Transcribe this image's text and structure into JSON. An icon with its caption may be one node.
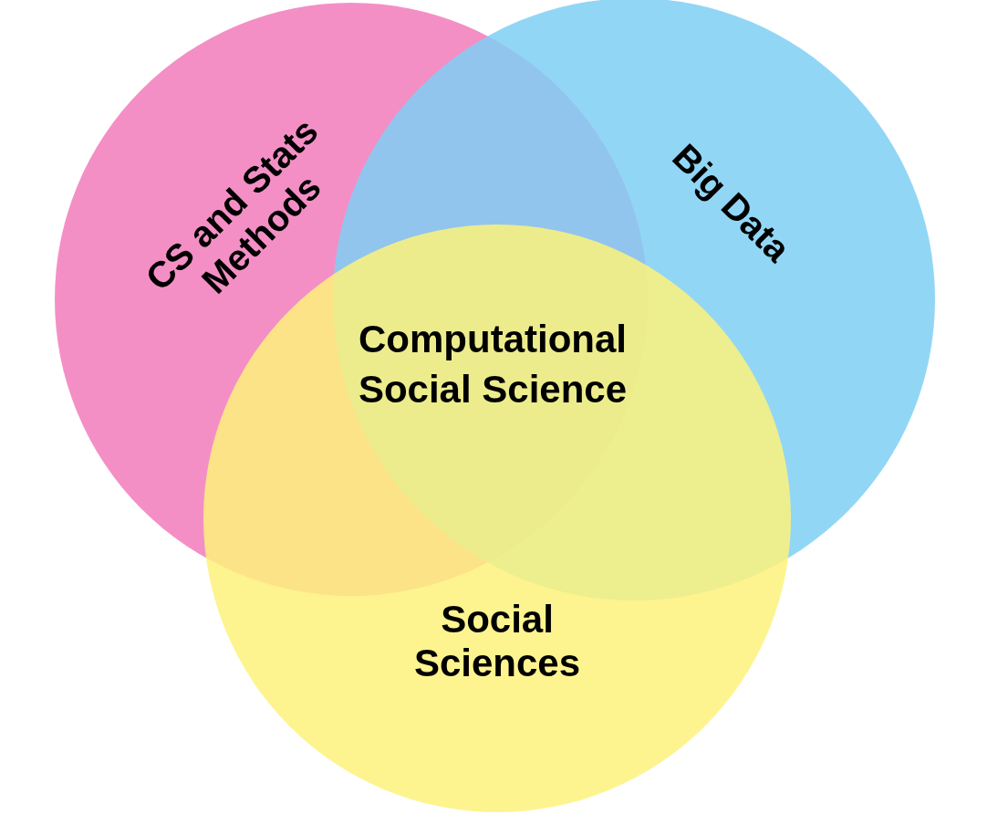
{
  "diagram": {
    "nodes": [
      {
        "text": [
          "CS and Stats Methods"
        ]
      },
      {
        "text": [
          "Big Data"
        ]
      },
      {
        "text": [
          "Social Sciences"
        ]
      }
    ],
    "labels": [
      "Computational Social Science"
    ]
  }
}
